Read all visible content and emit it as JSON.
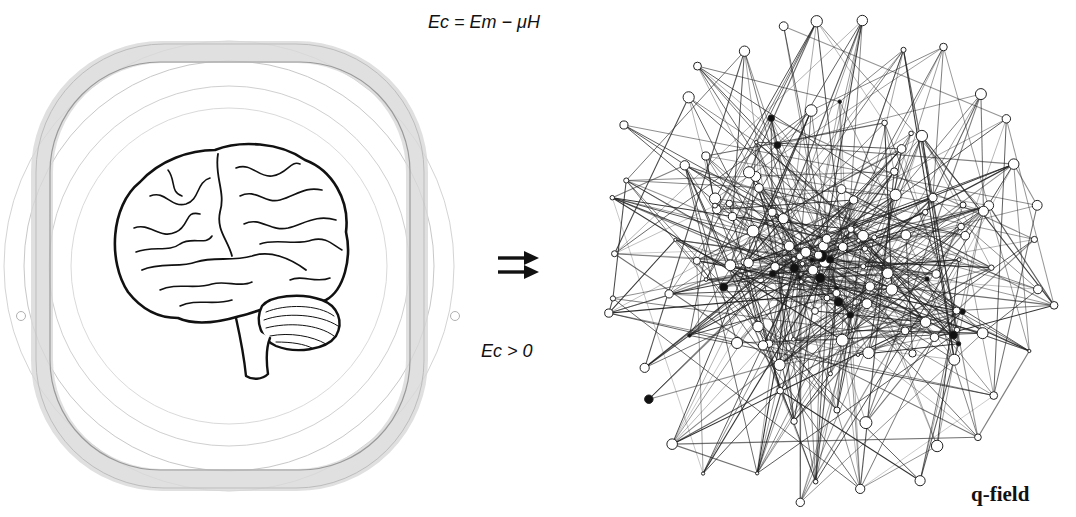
{
  "diagram": {
    "labels": [
      "Ec = Em − μH",
      "Ec > 0",
      "q-field"
    ]
  }
}
